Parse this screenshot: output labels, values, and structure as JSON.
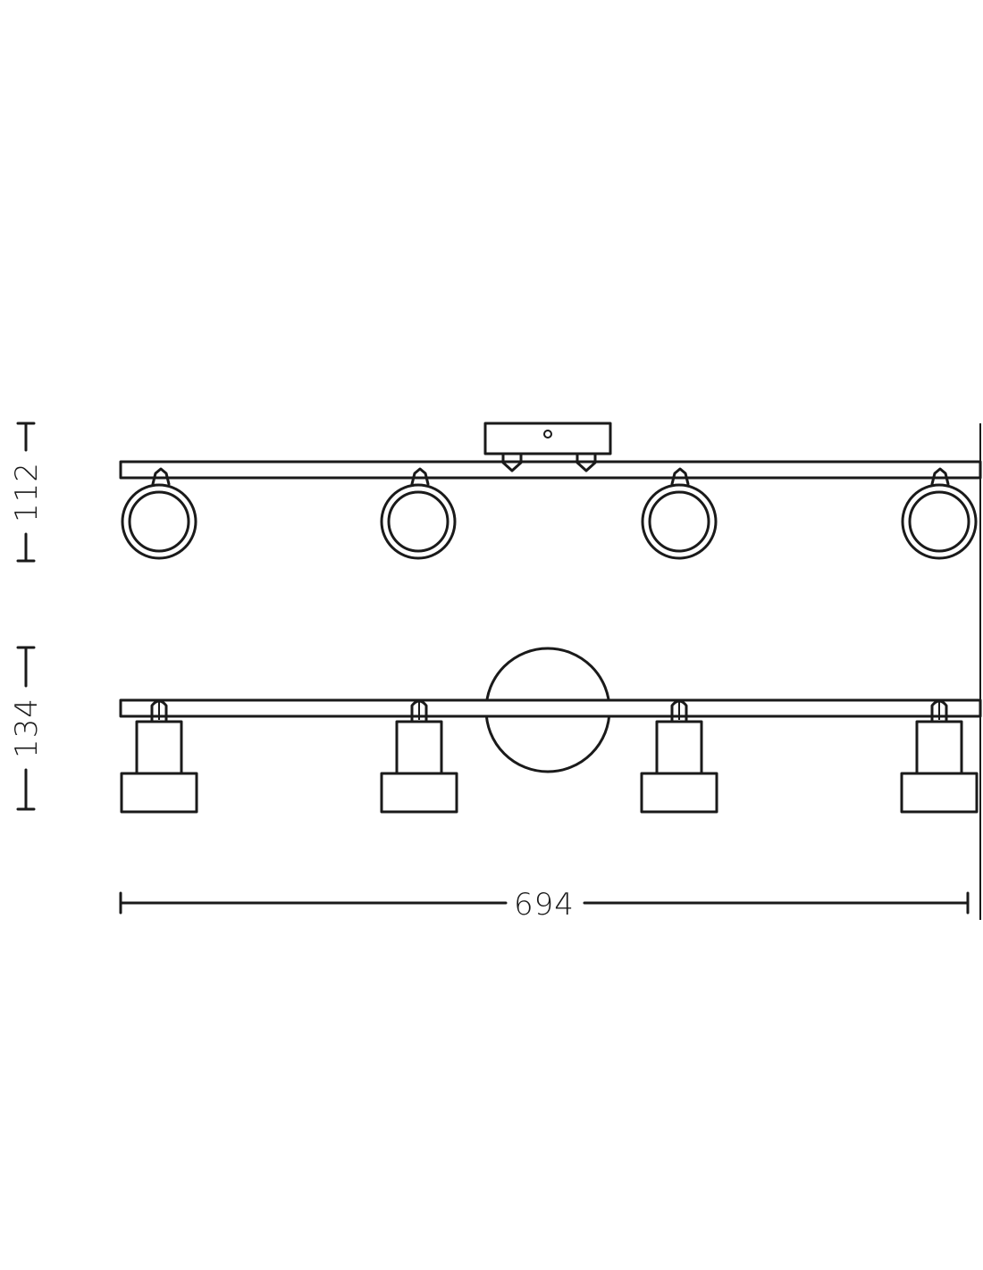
{
  "dimensions": {
    "top_view_height": "112",
    "front_view_height": "134",
    "total_width": "694"
  },
  "colors": {
    "line": "#1a1a1a",
    "background": "#ffffff"
  }
}
